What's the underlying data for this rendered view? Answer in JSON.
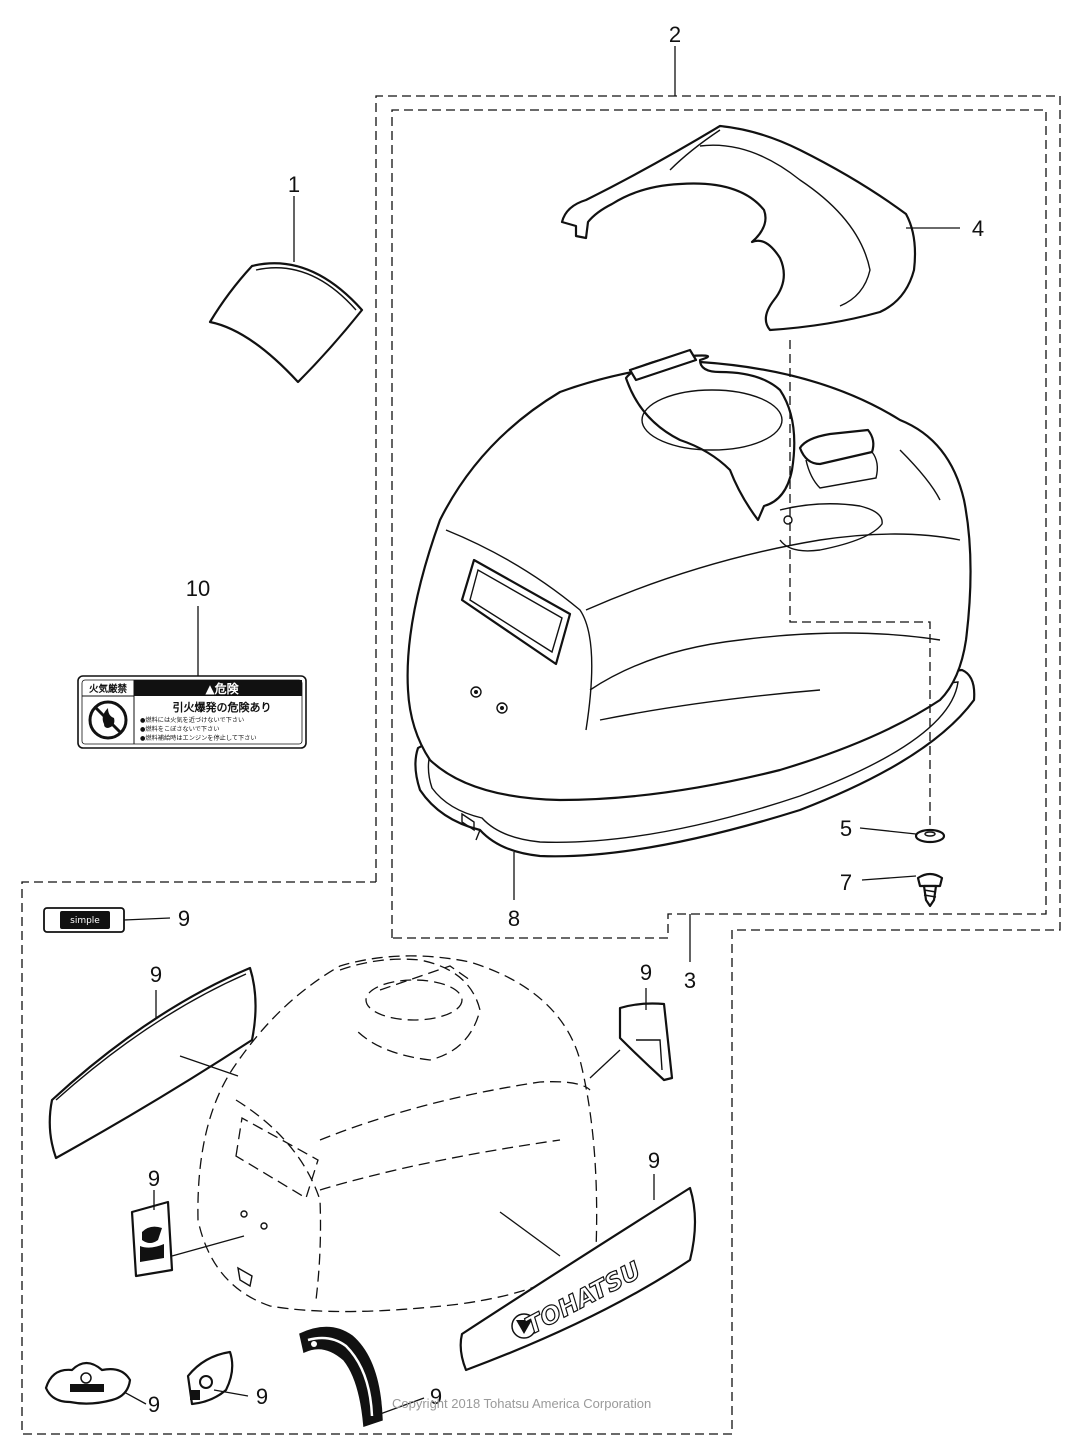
{
  "callouts": {
    "c1": "1",
    "c2": "2",
    "c3": "3",
    "c4": "4",
    "c5": "5",
    "c7": "7",
    "c8": "8",
    "c9": "9",
    "c10": "10"
  },
  "warning_label": {
    "left_header": "火気厳禁",
    "right_header": "▲危険",
    "line1": "引火爆発の危険あり",
    "line2": "●燃料には火気を近づけないで下さい",
    "line3": "●燃料をこぼさないで下さい",
    "line4": "●燃料補給時はエンジンを停止して下さい"
  },
  "decal_text": {
    "brand": "TOHATSU",
    "small_badge": "simple"
  },
  "copyright": "Copyright 2018 Tohatsu America Corporation"
}
